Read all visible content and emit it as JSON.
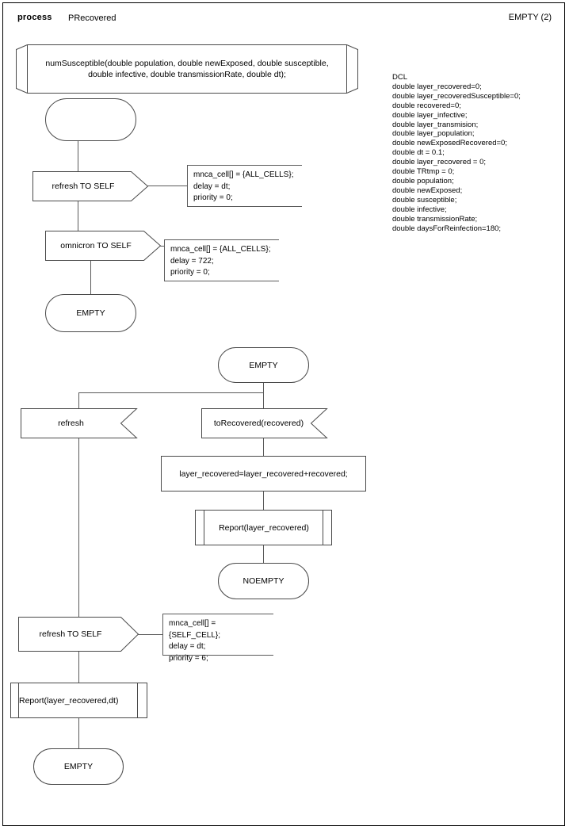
{
  "header": {
    "kind_label": "process",
    "process_name": "PRecovered",
    "page_label": "EMPTY (2)"
  },
  "procedure_start": {
    "text": "numSusceptible(double population, double newExposed, double susceptible,\ndouble infective, double transmissionRate, double dt);"
  },
  "dcl": {
    "title": "DCL",
    "declarations": [
      "double layer_recovered=0;",
      "double layer_recoveredSusceptible=0;",
      "double recovered=0;",
      "double layer_infective;",
      "double layer_transmision;",
      "double layer_population;",
      "double newExposedRecovered=0;",
      "double dt = 0.1;",
      "double layer_recovered = 0;",
      "double TRtmp = 0;",
      "double population;",
      "double newExposed;",
      "double susceptible;",
      "double infective;",
      "double transmissionRate;",
      "double daysForReinfection=180;"
    ],
    "text": "DCL\ndouble layer_recovered=0;\ndouble layer_recoveredSusceptible=0;\ndouble recovered=0;\ndouble layer_infective;\ndouble layer_transmision;\ndouble layer_population;\ndouble newExposedRecovered=0;\ndouble dt = 0.1;\ndouble layer_recovered = 0;\ndouble TRtmp = 0;\ndouble population;\ndouble newExposed;\ndouble susceptible;\ndouble infective;\ndouble transmissionRate;\ndouble daysForReinfection=180;"
  },
  "nodes": {
    "start_state": {
      "label": ""
    },
    "output_refresh_self_1": {
      "label": "refresh TO SELF"
    },
    "comment_refresh_1": {
      "text": "mnca_cell[] = {ALL_CELLS};\ndelay = dt;\npriority = 0;"
    },
    "output_omnicron_self": {
      "label": "omnicron TO SELF"
    },
    "comment_omnicron": {
      "text": "mnca_cell[] = {ALL_CELLS};\ndelay = 722;\npriority = 0;"
    },
    "state_empty_top": {
      "label": "EMPTY"
    },
    "state_empty_mid": {
      "label": "EMPTY"
    },
    "input_refresh": {
      "label": "refresh"
    },
    "input_torecovered": {
      "label": "toRecovered(recovered)"
    },
    "task_layer_recovered": {
      "label": "layer_recovered=layer_recovered+recovered;"
    },
    "call_report_1": {
      "label": "Report(layer_recovered)"
    },
    "state_noempty": {
      "label": "NOEMPTY"
    },
    "output_refresh_self_2": {
      "label": "refresh TO SELF"
    },
    "comment_refresh_2": {
      "text": "mnca_cell[] = {SELF_CELL};\ndelay = dt;\npriority = 6;"
    },
    "call_report_2": {
      "label": "Report(layer_recovered,dt)"
    },
    "state_empty_bottom": {
      "label": "EMPTY"
    }
  },
  "colors": {
    "stroke": "#4a4a4a",
    "line": "#5a5a5a",
    "text": "#000000",
    "background": "#ffffff"
  }
}
